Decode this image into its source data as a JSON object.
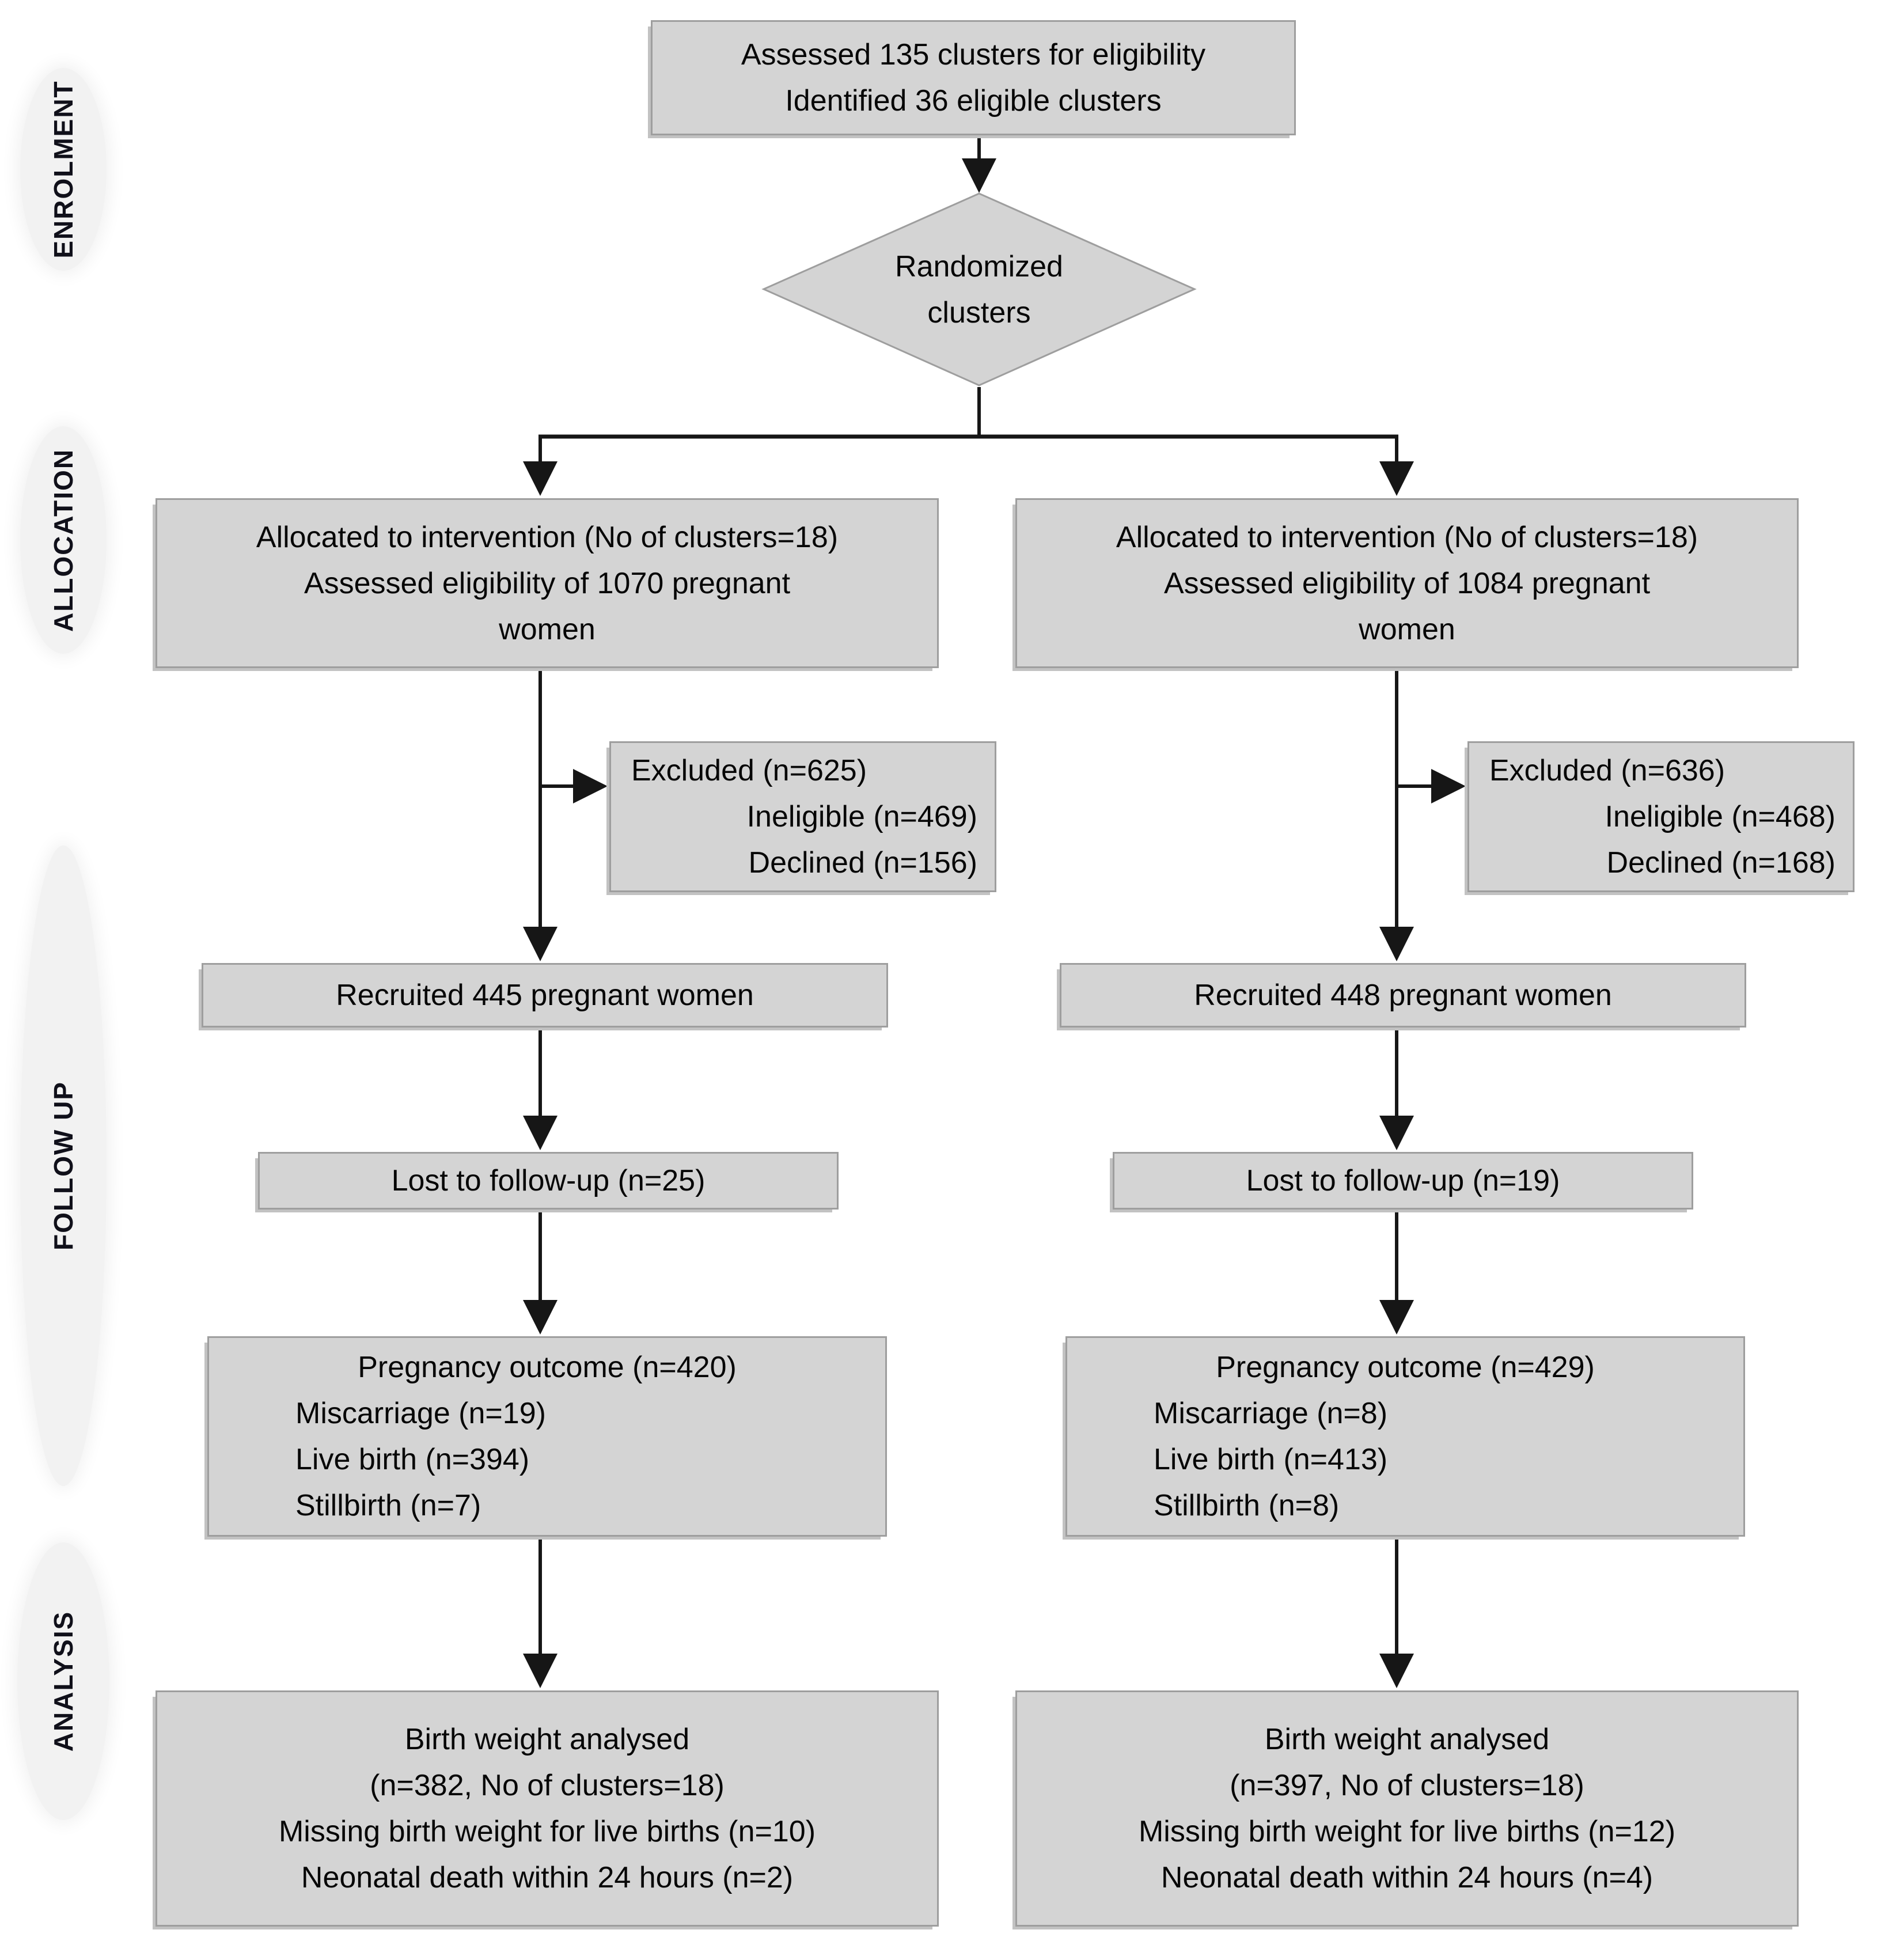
{
  "title": "CONSORT cluster trial flow diagram",
  "colors": {
    "box_fill": "#d4d4d4",
    "box_border": "#9e9e9e",
    "ellipse_fill": "#f2f2f2",
    "arrow": "#161616",
    "text": "#060606"
  },
  "stage_labels": [
    {
      "id": "enrolment",
      "label": "ENROLMENT"
    },
    {
      "id": "allocation",
      "label": "ALLOCATION"
    },
    {
      "id": "followup",
      "label": "FOLLOW UP"
    },
    {
      "id": "analysis",
      "label": "ANALYSIS"
    }
  ],
  "nodes": {
    "assessed": {
      "lines": [
        "Assessed 135 clusters for eligibility",
        "Identified 36 eligible clusters"
      ]
    },
    "randomized": {
      "lines": [
        "Randomized",
        "clusters"
      ]
    },
    "alloc_left": {
      "lines": [
        "Allocated to intervention (No of clusters=18)",
        "Assessed eligibility of 1070 pregnant",
        "women"
      ]
    },
    "alloc_right": {
      "lines": [
        "Allocated to intervention (No of clusters=18)",
        "Assessed eligibility of 1084 pregnant",
        "women"
      ]
    },
    "excluded_left": {
      "lines": [
        "Excluded (n=625)",
        "Ineligible (n=469)",
        "Declined (n=156)"
      ]
    },
    "excluded_right": {
      "lines": [
        "Excluded (n=636)",
        "Ineligible (n=468)",
        "Declined (n=168)"
      ]
    },
    "recruited_left": {
      "lines": [
        "Recruited 445 pregnant women"
      ]
    },
    "recruited_right": {
      "lines": [
        "Recruited 448 pregnant women"
      ]
    },
    "lost_left": {
      "lines": [
        "Lost to follow-up (n=25)"
      ]
    },
    "lost_right": {
      "lines": [
        "Lost to follow-up (n=19)"
      ]
    },
    "outcome_left": {
      "lines": [
        "Pregnancy outcome (n=420)",
        "Miscarriage (n=19)",
        "Live birth (n=394)",
        "Stillbirth (n=7)"
      ]
    },
    "outcome_right": {
      "lines": [
        "Pregnancy outcome (n=429)",
        "Miscarriage (n=8)",
        "Live birth (n=413)",
        "Stillbirth (n=8)"
      ]
    },
    "analysis_left": {
      "lines": [
        "Birth weight analysed",
        "(n=382, No of clusters=18)",
        "Missing birth weight for live births (n=10)",
        "Neonatal death within 24 hours (n=2)"
      ]
    },
    "analysis_right": {
      "lines": [
        "Birth weight analysed",
        "(n=397, No of clusters=18)",
        "Missing birth weight for live births (n=12)",
        "Neonatal death within 24 hours (n=4)"
      ]
    }
  }
}
